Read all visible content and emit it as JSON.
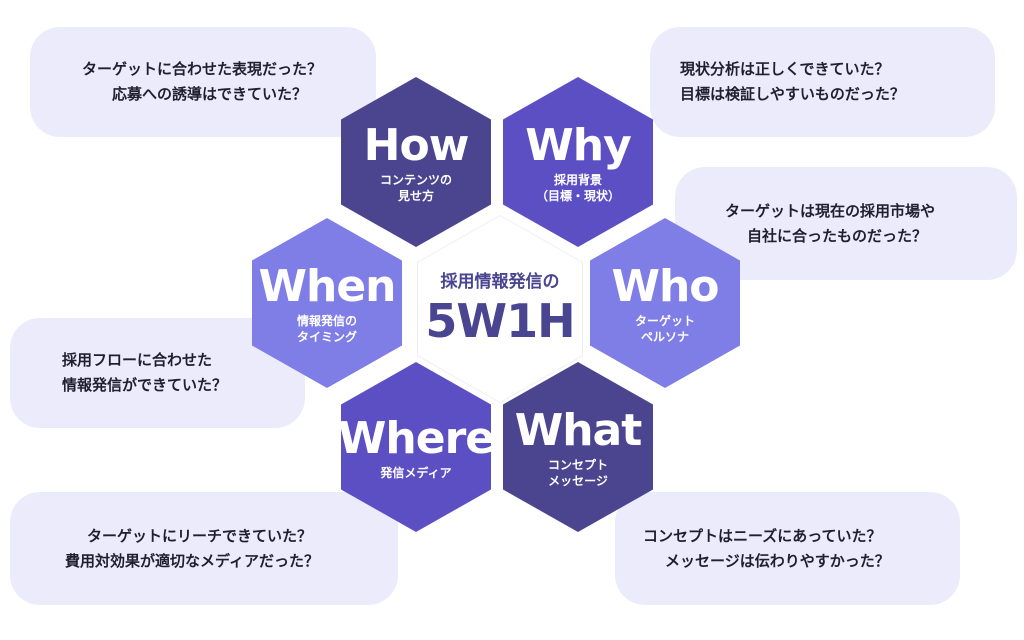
{
  "center": {
    "title": "採用情報発信の",
    "main": "5W1H"
  },
  "hexagons": {
    "how": {
      "word": "How",
      "sub1": "コンテンツの",
      "sub2": "見せ方",
      "color": "#4b4590"
    },
    "why": {
      "word": "Why",
      "sub1": "採用背景",
      "sub2": "（目標・現状）",
      "color": "#5c4fc4"
    },
    "when": {
      "word": "When",
      "sub1": "情報発信の",
      "sub2": "タイミング",
      "color": "#7f7ee6"
    },
    "who": {
      "word": "Who",
      "sub1": "ターゲット",
      "sub2": "ペルソナ",
      "color": "#7f7ee6"
    },
    "where": {
      "word": "Where",
      "sub1": "発信メディア",
      "color": "#5c4fc4"
    },
    "what": {
      "word": "What",
      "sub1": "コンセプト",
      "sub2": "メッセージ",
      "color": "#4b4590"
    }
  },
  "bubbles": {
    "how": {
      "line1": "ターゲットに合わせた表現だった？",
      "line2": "応募への誘導はできていた？"
    },
    "why": {
      "line1": "現状分析は正しくできていた？",
      "line2": "目標は検証しやすいものだった？"
    },
    "who": {
      "line1": "ターゲットは現在の採用市場や",
      "line2": "自社に合ったものだった？"
    },
    "when": {
      "line1": "採用フローに合わせた",
      "line2": "情報発信ができていた？"
    },
    "where": {
      "line1": "ターゲットにリーチできていた？",
      "line2": "費用対効果が適切なメディアだった？"
    },
    "what": {
      "line1": "コンセプトはニーズにあっていた？",
      "line2": "メッセージは伝わりやすかった？"
    }
  }
}
